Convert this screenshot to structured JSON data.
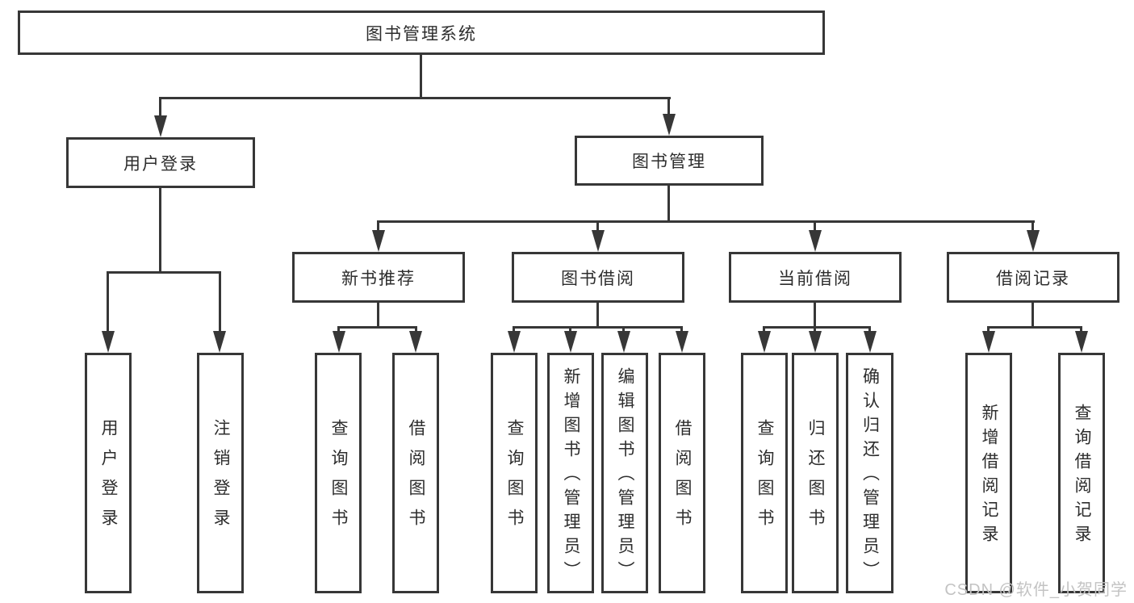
{
  "diagram": {
    "root": "图书管理系统",
    "level2": {
      "user_login": "用户登录",
      "book_mgmt": "图书管理"
    },
    "level3": {
      "new_books": "新书推荐",
      "borrow": "图书借阅",
      "current": "当前借阅",
      "records": "借阅记录"
    },
    "leaves": {
      "user_login": [
        "用户登录",
        "注销登录"
      ],
      "new_books": [
        "查询图书",
        "借阅图书"
      ],
      "borrow": [
        "查询图书",
        "新增图书（管理员）",
        "编辑图书（管理员）",
        "借阅图书"
      ],
      "current": [
        "查询图书",
        "归还图书",
        "确认归还（管理员）"
      ],
      "records": [
        "新增借阅记录",
        "查询借阅记录"
      ]
    }
  },
  "watermark": "CSDN @软件_小贺同学",
  "colors": {
    "line": "#373737",
    "text": "#2d2d2d",
    "watermark": "#c3c3c3",
    "background": "#ffffff"
  }
}
